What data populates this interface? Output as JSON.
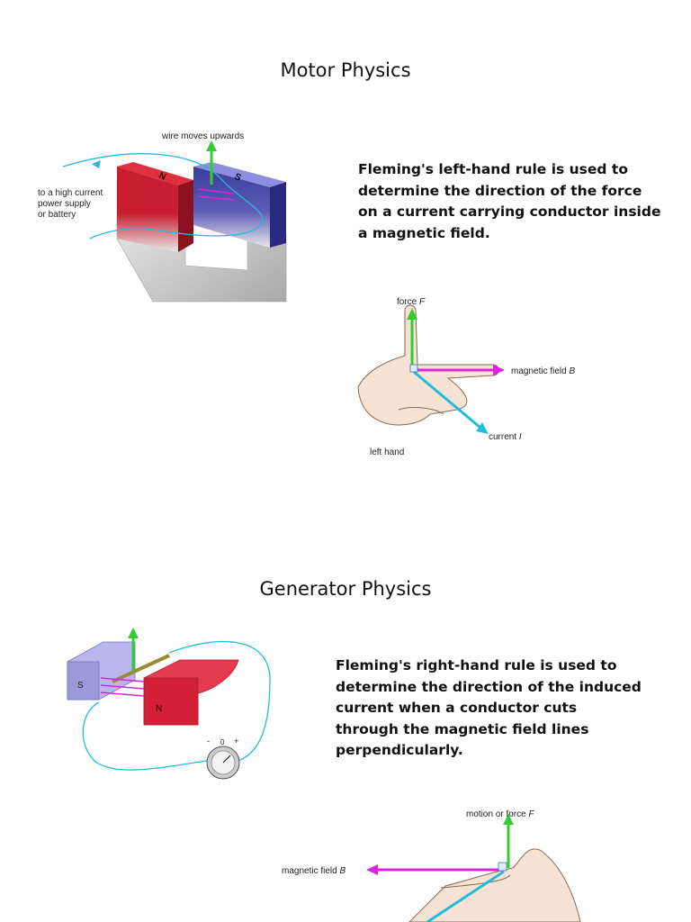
{
  "motor": {
    "title": "Motor Physics",
    "paragraph_lines": [
      "Fleming's left-hand rule is used to",
      "determine the direction of the force",
      "on a current carrying conductor inside",
      "a magnetic field."
    ],
    "figure1": {
      "label_top": "wire moves upwards",
      "label_left_lines": [
        "to a high current",
        "power supply",
        "or battery"
      ],
      "pole_n": "N",
      "pole_s": "S"
    },
    "figure2": {
      "force_label": "force",
      "force_symbol": "F",
      "field_label": "magnetic field",
      "field_symbol": "B",
      "current_label": "current",
      "current_symbol": "I",
      "hand_label": "left hand"
    }
  },
  "generator": {
    "title": "Generator Physics",
    "paragraph_lines": [
      "Fleming's right-hand rule is used to",
      "determine the direction of the induced",
      "current when a conductor cuts",
      "through the magnetic field lines",
      "perpendicularly."
    ],
    "figure1": {
      "pole_s": "S",
      "pole_n": "N",
      "meter_minus": "-",
      "meter_zero": "0",
      "meter_plus": "+"
    },
    "figure2": {
      "motion_label": "motion or force",
      "motion_symbol": "F",
      "field_label": "magnetic field",
      "field_symbol": "B"
    }
  },
  "colors": {
    "arrow_green": "#33cc33",
    "arrow_magenta": "#dd22dd",
    "arrow_cyan": "#22bbdd",
    "magnet_red": "#d8243a",
    "magnet_blue": "#6666cc"
  }
}
